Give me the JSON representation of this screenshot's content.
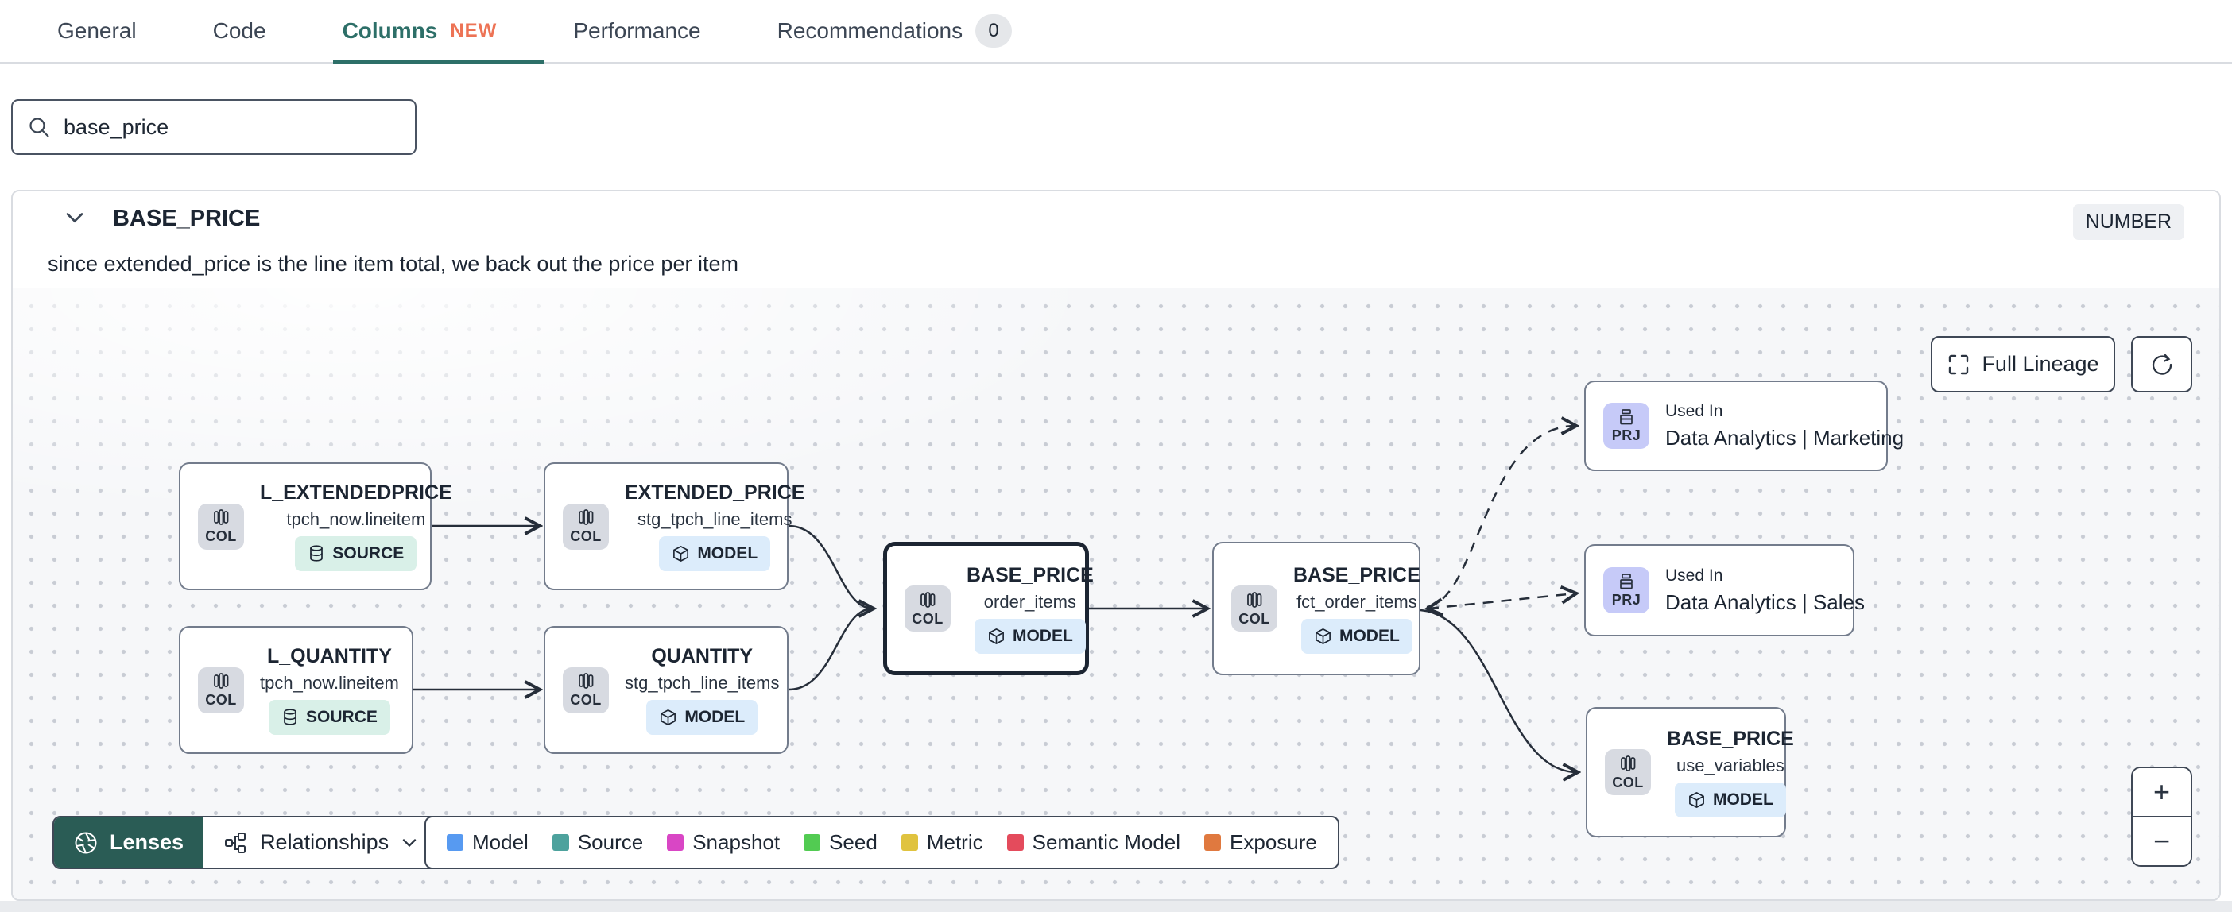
{
  "tabs": {
    "items": [
      {
        "label": "General"
      },
      {
        "label": "Code"
      },
      {
        "label": "Columns",
        "badge": "NEW"
      },
      {
        "label": "Performance"
      },
      {
        "label": "Recommendations",
        "badge": "0"
      }
    ]
  },
  "search": {
    "value": "base_price"
  },
  "column": {
    "name": "BASE_PRICE",
    "type": "NUMBER",
    "description": "since extended_price is the line item total, we back out the price per item"
  },
  "lineage": {
    "controls": {
      "full_lineage": "Full Lineage",
      "zoom_in": "+",
      "zoom_out": "−"
    },
    "toolbar": {
      "lenses": "Lenses",
      "relationships": "Relationships"
    },
    "nodes": [
      {
        "tile": "COL",
        "title": "L_EXTENDEDPRICE",
        "subtitle": "tpch_now.lineitem",
        "badge": "SOURCE"
      },
      {
        "tile": "COL",
        "title": "L_QUANTITY",
        "subtitle": "tpch_now.lineitem",
        "badge": "SOURCE"
      },
      {
        "tile": "COL",
        "title": "EXTENDED_PRICE",
        "subtitle": "stg_tpch_line_items",
        "badge": "MODEL"
      },
      {
        "tile": "COL",
        "title": "QUANTITY",
        "subtitle": "stg_tpch_line_items",
        "badge": "MODEL"
      },
      {
        "tile": "COL",
        "title": "BASE_PRICE",
        "subtitle": "order_items",
        "badge": "MODEL"
      },
      {
        "tile": "COL",
        "title": "BASE_PRICE",
        "subtitle": "fct_order_items",
        "badge": "MODEL"
      },
      {
        "tile": "PRJ",
        "eyebrow": "Used In",
        "title": "Data Analytics | Marketing"
      },
      {
        "tile": "PRJ",
        "eyebrow": "Used In",
        "title": "Data Analytics | Sales"
      },
      {
        "tile": "COL",
        "title": "BASE_PRICE",
        "subtitle": "use_variables",
        "badge": "MODEL"
      }
    ],
    "legend": [
      {
        "label": "Model",
        "color": "#579af1"
      },
      {
        "label": "Source",
        "color": "#4da29d"
      },
      {
        "label": "Snapshot",
        "color": "#d946c5"
      },
      {
        "label": "Seed",
        "color": "#52cb52"
      },
      {
        "label": "Metric",
        "color": "#e0c33f"
      },
      {
        "label": "Semantic Model",
        "color": "#e44b5c"
      },
      {
        "label": "Exposure",
        "color": "#e0793f"
      }
    ]
  }
}
